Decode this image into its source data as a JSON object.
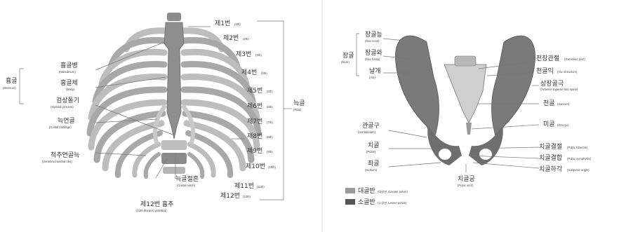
{
  "left": {
    "title_ko": "",
    "sternum_group": {
      "ko": "흉골",
      "en": "(Sternum)"
    },
    "sternum_parts": [
      {
        "ko": "흉골병",
        "en": "(Manubrium)"
      },
      {
        "ko": "흉골체",
        "en": "(Body)"
      },
      {
        "ko": "검상돌기",
        "en": "(Xiphoid process)"
      }
    ],
    "costal_cartilage": {
      "ko": "늑연골",
      "en": "(Costal cartilage)"
    },
    "vertebrochondral": {
      "ko": "척추연골늑",
      "en": "(Vertebrochondral ribs)"
    },
    "costal_notch": {
      "ko": "늑골절흔",
      "en": "(Costal notch)"
    },
    "vertebra_12": {
      "ko": "제12번 흉추",
      "en": "(12th thoracic vertebra)"
    },
    "ribs_group": {
      "ko": "늑골",
      "en": "(Ribs)"
    },
    "ribs": [
      {
        "ko": "제1번",
        "en": "(1th)"
      },
      {
        "ko": "제2번",
        "en": "(2th)"
      },
      {
        "ko": "제3번",
        "en": "(3th)"
      },
      {
        "ko": "제4번",
        "en": "(4th)"
      },
      {
        "ko": "제5번",
        "en": "(5th)"
      },
      {
        "ko": "제6번",
        "en": "(6th)"
      },
      {
        "ko": "제7번",
        "en": "(7th)"
      },
      {
        "ko": "제8번",
        "en": "(8th)"
      },
      {
        "ko": "제9번",
        "en": "(9th)"
      },
      {
        "ko": "제10번",
        "en": "(10th)"
      },
      {
        "ko": "제11번",
        "en": "(11th)"
      },
      {
        "ko": "제12번",
        "en": "(12th)"
      }
    ]
  },
  "right": {
    "ilium_group": {
      "ko": "장골",
      "en": "(Ilium)"
    },
    "ilium_parts": [
      {
        "ko": "장골능",
        "en": "(Iliac crest)"
      },
      {
        "ko": "장골와",
        "en": "(Iliac fossa)"
      },
      {
        "ko": "날개",
        "en": "(Ala)"
      }
    ],
    "acetabulum": {
      "ko": "관골구",
      "en": "(Acetabulum)"
    },
    "pubis": {
      "ko": "치골",
      "en": "(Pubis)"
    },
    "ischium": {
      "ko": "좌골",
      "en": "(Ischium)"
    },
    "pubic_arch": {
      "ko": "치골궁",
      "en": "(Pubic arch)"
    },
    "right_labels": [
      {
        "ko": "천장관절",
        "en": "(Sacroiliac joint)"
      },
      {
        "ko": "천골익",
        "en": "(Ala of sacrum)"
      },
      {
        "ko": "상장골극",
        "en": "(Anterior superior iliac spine)"
      },
      {
        "ko": "천골",
        "en": "(Sacrum)"
      },
      {
        "ko": "미골",
        "en": "(Coccyx)"
      },
      {
        "ko": "치골결절",
        "en": "(Pubic tubercle)"
      },
      {
        "ko": "치골결합",
        "en": "(Pubic symphysis)"
      },
      {
        "ko": "치골하각",
        "en": "(Subpubic angle)"
      }
    ],
    "legend": [
      {
        "ko": "대골반",
        "en": "(대골반, Greater pelvis)",
        "color": "#9a9a9a"
      },
      {
        "ko": "소골반",
        "en": "(소골반, Lesser pelvis)",
        "color": "#555555"
      }
    ]
  },
  "colors": {
    "bone_light": "#d8d8d8",
    "bone_mid": "#a6a6a6",
    "bone_dark": "#6e6e6e",
    "cartilage": "#c4c4c4"
  }
}
